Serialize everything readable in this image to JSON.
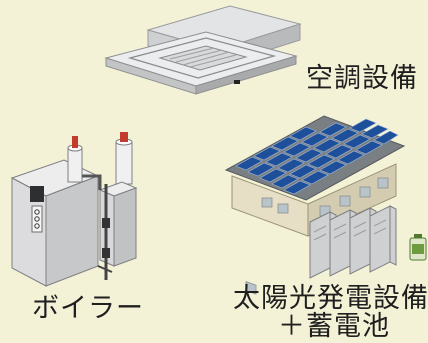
{
  "labels": {
    "aircon": "空調設備",
    "boiler": "ボイラー",
    "solar_line1": "太陽光発電設備",
    "solar_line2": "＋蓄電池"
  },
  "colors": {
    "background": "#f4f2d6",
    "panel_blue": "#1d4f9a",
    "unit_gray": "#c9cacc",
    "text": "#1f1f1f"
  },
  "icons": {
    "aircon": "ceiling-cassette-aircon-icon",
    "boiler": "boiler-icon",
    "solar": "solar-roof-building-icon",
    "battery": "battery-rack-icon"
  }
}
